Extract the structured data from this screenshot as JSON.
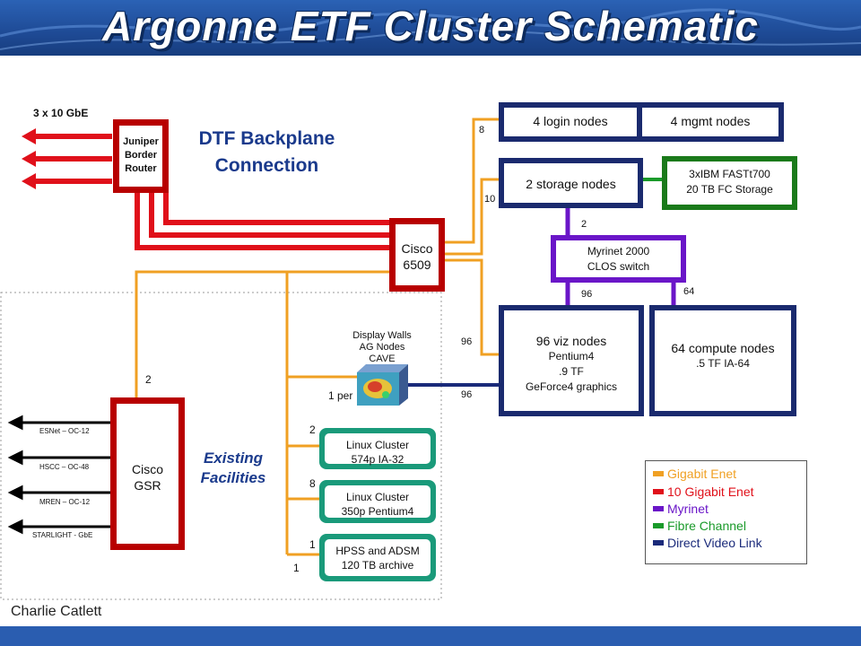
{
  "slide": {
    "title": "Argonne ETF Cluster Schematic",
    "author": "Charlie Catlett"
  },
  "nodes": {
    "juniper": {
      "line1": "Juniper",
      "line2": "Border",
      "line3": "Router"
    },
    "uplink_label": "3 x 10 GbE",
    "dtf": {
      "line1": "DTF Backplane",
      "line2": "Connection"
    },
    "cisco6509": {
      "line1": "Cisco",
      "line2": "6509"
    },
    "login": "4 login nodes",
    "mgmt": "4 mgmt nodes",
    "storage": "2 storage nodes",
    "ibm": {
      "line1": "3xIBM FASTt700",
      "line2": "20 TB FC Storage"
    },
    "myrinet_switch": {
      "line1": "Myrinet 2000",
      "line2": "CLOS switch"
    },
    "viz": {
      "line1": "96 viz nodes",
      "line2": "Pentium4",
      "line3": ".9 TF",
      "line4": "GeForce4 graphics"
    },
    "compute": {
      "line1": "64 compute nodes",
      "line2": ".5 TF IA-64"
    },
    "display": {
      "line1": "Display Walls",
      "line2": "AG Nodes",
      "line3": "CAVE"
    },
    "cisco_gsr": {
      "line1": "Cisco",
      "line2": "GSR"
    },
    "existing": {
      "line1": "Existing",
      "line2": "Facilities"
    },
    "linux574": {
      "line1": "Linux Cluster",
      "line2": "574p IA-32"
    },
    "linux350": {
      "line1": "Linux Cluster",
      "line2": "350p Pentium4"
    },
    "hpss": {
      "line1": "HPSS and ADSM",
      "line2": "120 TB archive"
    }
  },
  "external_links": [
    "ESNet – OC-12",
    "HSCC – OC-48",
    "MREN – OC-12",
    "STARLIGHT - GbE"
  ],
  "link_counts": {
    "login": "8",
    "storage": "10",
    "storage_switch": "2",
    "switch_viz": "96",
    "switch_compute": "64",
    "cisco_viz": "96",
    "video": "96",
    "gsr": "2",
    "per": "1 per",
    "linux574": "2",
    "linux350": "8",
    "hpss_a": "1",
    "hpss_b": "1"
  },
  "legend": [
    {
      "label": "Gigabit Enet",
      "color": "#f0a023"
    },
    {
      "label": "10 Gigabit Enet",
      "color": "#e0101a"
    },
    {
      "label": "Myrinet",
      "color": "#6a16c8"
    },
    {
      "label": "Fibre Channel",
      "color": "#1a9a2a"
    },
    {
      "label": "Direct Video Link",
      "color": "#1a2a7a"
    }
  ],
  "colors": {
    "gige": "#f0a023",
    "tengige": "#e0101a",
    "myrinet": "#6a16c8",
    "fibre": "#1a9a2a",
    "video": "#1a2a7a",
    "node_border": "#1a2a6e",
    "linux_border": "#1a9a7a"
  }
}
